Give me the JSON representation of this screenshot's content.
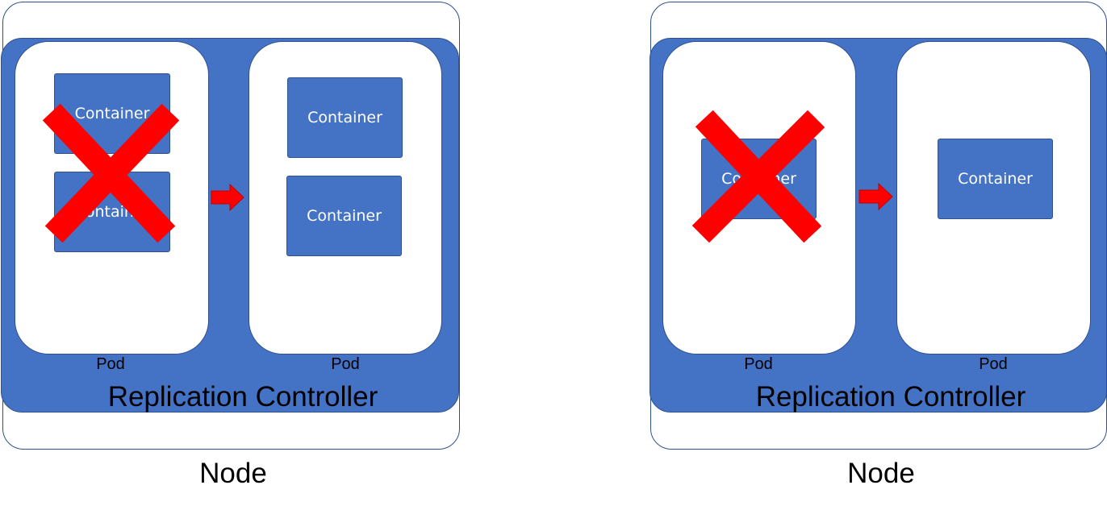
{
  "colors": {
    "accent_blue": "#4472c4",
    "border_blue": "#2f528f",
    "cross_red": "#ff0000"
  },
  "left": {
    "node_label": "Node",
    "controller_label": "Replication Controller",
    "pods": [
      {
        "label": "Pod",
        "containers": [
          {
            "label": "Container",
            "crossed": true
          },
          {
            "label": "Container",
            "crossed": true
          }
        ]
      },
      {
        "label": "Pod",
        "containers": [
          {
            "label": "Container",
            "crossed": false
          },
          {
            "label": "Container",
            "crossed": false
          }
        ]
      }
    ]
  },
  "right": {
    "node_label": "Node",
    "controller_label": "Replication Controller",
    "pods": [
      {
        "label": "Pod",
        "containers": [
          {
            "label": "Container",
            "crossed": true
          }
        ]
      },
      {
        "label": "Pod",
        "containers": [
          {
            "label": "Container",
            "crossed": false
          }
        ]
      }
    ]
  }
}
